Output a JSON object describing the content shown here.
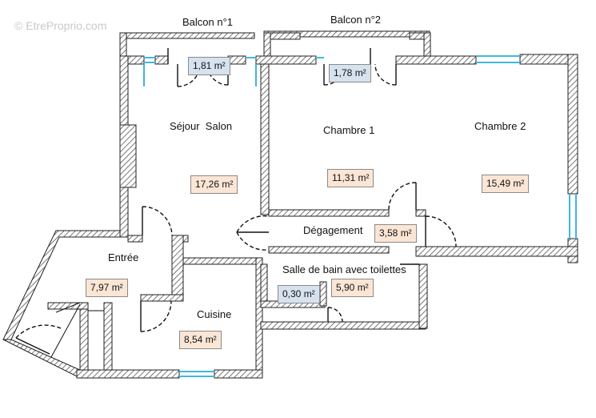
{
  "watermark": "© EtreProprio.com",
  "rooms": {
    "balcon1": {
      "name": "Balcon n°1",
      "area": "1,81 m²"
    },
    "balcon2": {
      "name": "Balcon n°2",
      "area": "1,78 m²"
    },
    "sejour": {
      "name": "Séjour  Salon",
      "area": "17,26 m²"
    },
    "chambre1": {
      "name": "Chambre 1",
      "area": "11,31 m²"
    },
    "chambre2": {
      "name": "Chambre 2",
      "area": "15,49 m²"
    },
    "degagement": {
      "name": "Dégagement",
      "area": "3,58 m²"
    },
    "entree": {
      "name": "Entrée",
      "area": "7,97 m²"
    },
    "cuisine": {
      "name": "Cuisine",
      "area": "8,54 m²"
    },
    "sdb": {
      "name": "Salle de bain avec toilettes",
      "area": "5,90 m²"
    },
    "placard": {
      "area": "0,30 m²"
    }
  },
  "colors": {
    "wall_hatch": "#555555",
    "window": "#3fb8e0",
    "area_warm": "#fbe6d6",
    "area_cool": "#d7e2ef"
  }
}
